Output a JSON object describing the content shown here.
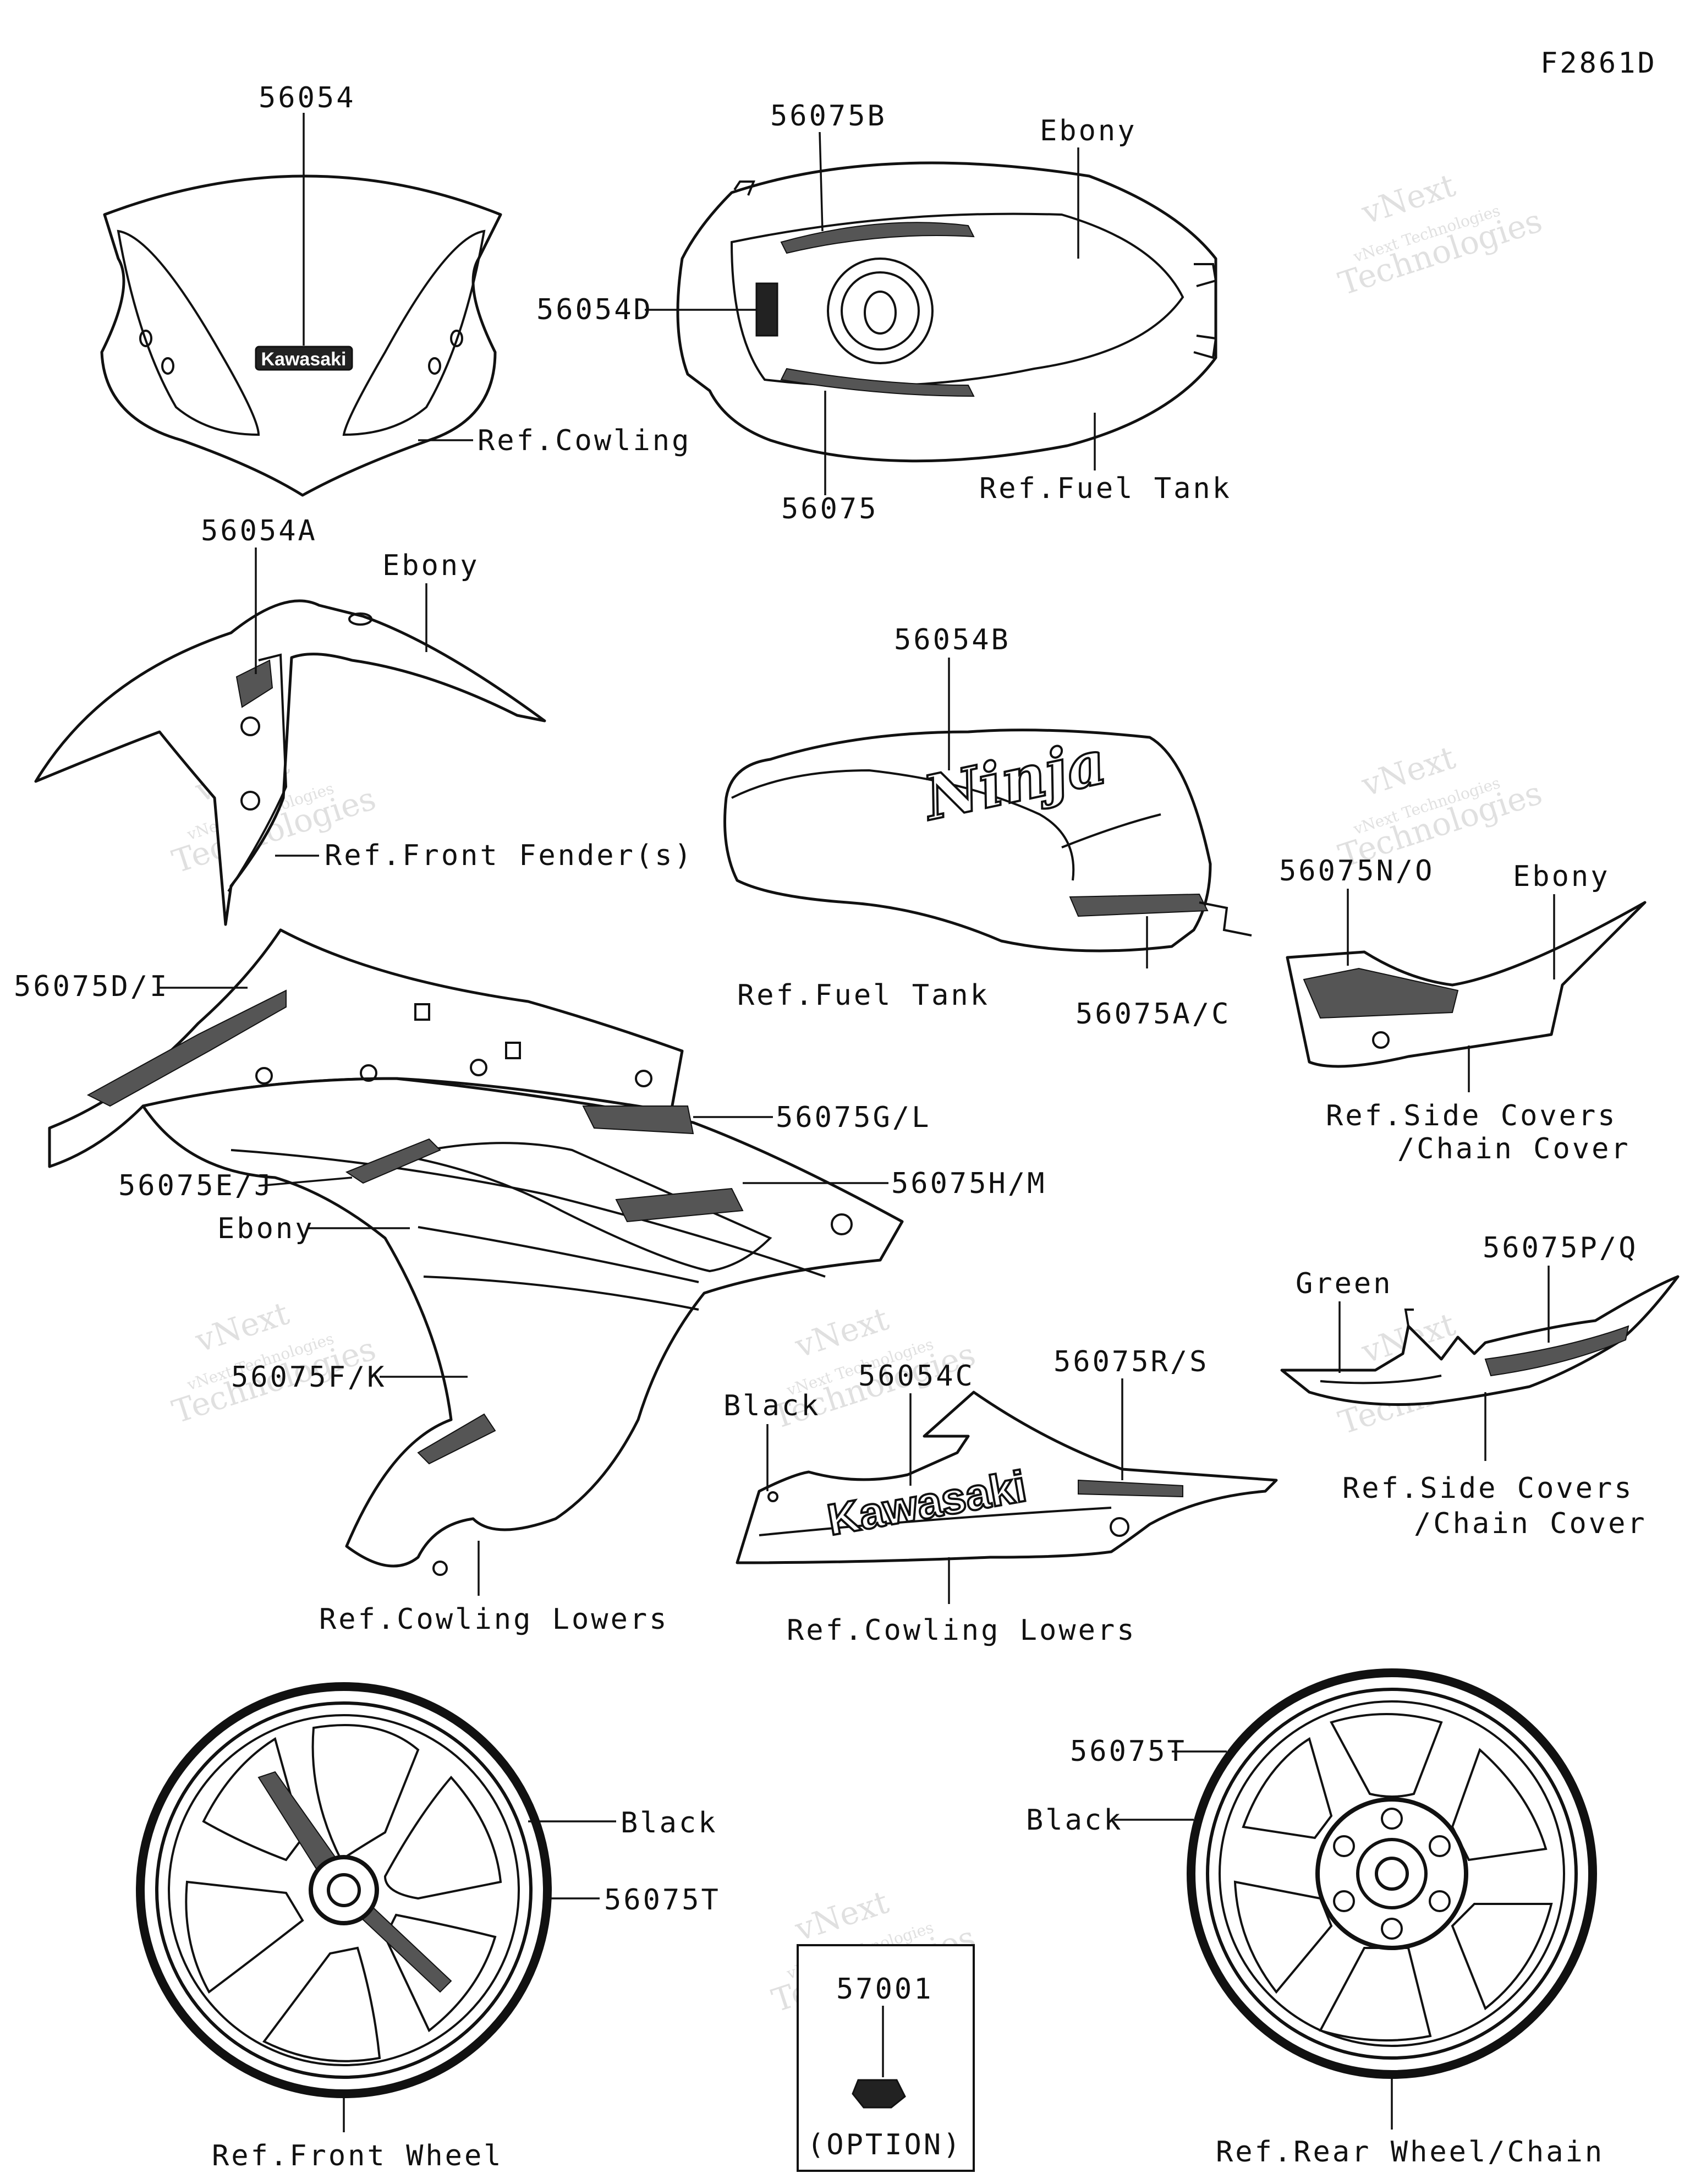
{
  "diagram_code": "F2861D",
  "labels": {
    "windshield_decal": "56054",
    "tank_stripe_upper": "56075B",
    "tank_color_upper": "Ebony",
    "tank_emblem": "56054D",
    "tank_stripe_lower": "56075",
    "ref_cowling": "Ref.Cowling",
    "ref_fuel_tank_top": "Ref.Fuel Tank",
    "fender_decal": "56054A",
    "fender_color": "Ebony",
    "ref_front_fender": "Ref.Front Fender(s)",
    "tank_side_decal": "56054B",
    "ref_fuel_tank_side": "Ref.Fuel Tank",
    "tank_side_stripe": "56075A/C",
    "side_cover_stripe": "56075N/O",
    "side_cover_color": "Ebony",
    "ref_side_covers_1": "Ref.Side Covers",
    "ref_chain_cover_1": "/Chain Cover",
    "cowl_stripe_d": "56075D/I",
    "cowl_stripe_g": "56075G/L",
    "cowl_stripe_e": "56075E/J",
    "cowl_stripe_h": "56075H/M",
    "cowl_color": "Ebony",
    "cowl_stripe_f": "56075F/K",
    "ref_cowling_lowers_1": "Ref.Cowling Lowers",
    "lower_decal": "56054C",
    "lower_color": "Black",
    "lower_stripe": "56075R/S",
    "ref_cowling_lowers_2": "Ref.Cowling Lowers",
    "tail_color": "Green",
    "tail_stripe": "56075P/Q",
    "ref_side_covers_2": "Ref.Side Covers",
    "ref_chain_cover_2": "/Chain Cover",
    "front_wheel_color": "Black",
    "front_wheel_stripe": "56075T",
    "ref_front_wheel": "Ref.Front Wheel",
    "option_part": "57001",
    "option_label": "(OPTION)",
    "rear_wheel_stripe": "56075T",
    "rear_wheel_color": "Black",
    "ref_rear_wheel": "Ref.Rear Wheel/Chain"
  },
  "logos": {
    "windshield_logo": "Kawasaki",
    "tank_logo": "Ninja",
    "lower_logo": "Kawasaki"
  },
  "watermark": {
    "line1": "vNext Technologies",
    "line2": "vNext",
    "line3": "Technologies"
  }
}
